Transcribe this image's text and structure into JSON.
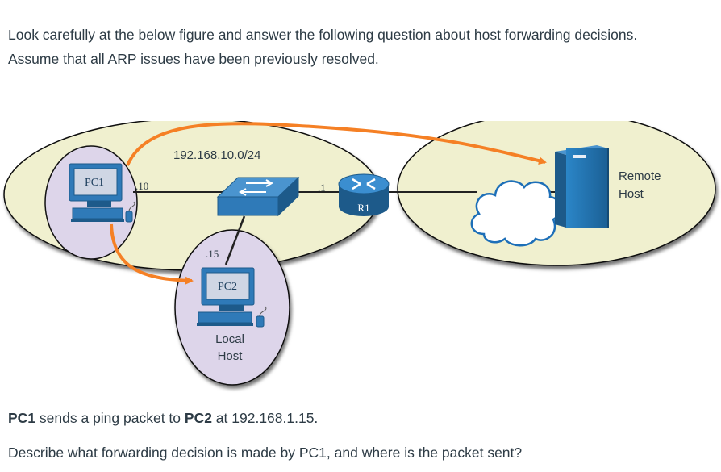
{
  "intro": {
    "line1": "Look carefully at the below figure and answer the following question about host forwarding decisions.",
    "line2": "Assume that all ARP issues have been previously resolved."
  },
  "diagram": {
    "network_label": "192.168.10.0/24",
    "pc1_label": "PC1",
    "pc1_address": ".10",
    "switch_to_router_address": ".1",
    "router_label": "R1",
    "pc2_address": ".15",
    "pc2_label": "PC2",
    "local_host_label_line1": "Local",
    "local_host_label_line2": "Host",
    "remote_host_label_line1": "Remote",
    "remote_host_label_line2": "Host",
    "colors": {
      "lan_ellipse": "#f0f0cf",
      "host_ellipse": "#ddd5ea",
      "arrow": "#f58025",
      "device_blue": "#2f7ab8",
      "device_dark": "#1d5a8a"
    }
  },
  "question": {
    "pc1_bold": "PC1",
    "part1": " sends a ping packet to ",
    "pc2_bold": "PC2",
    "part2": " at 192.168.1.15.",
    "line2": "Describe what forwarding decision is made by PC1, and where is the packet sent?"
  }
}
